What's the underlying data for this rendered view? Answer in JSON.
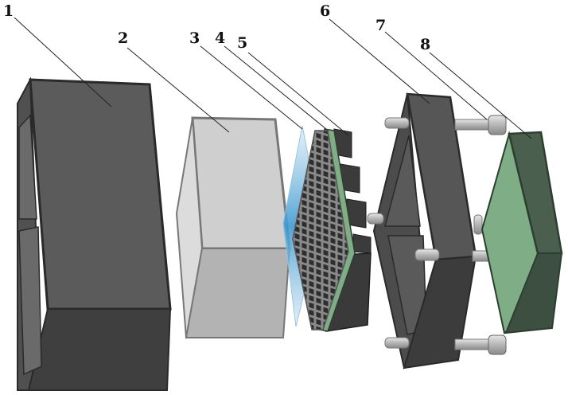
{
  "labels": [
    "1",
    "2",
    "3",
    "4",
    "5",
    "6",
    "7",
    "8"
  ],
  "colors": {
    "housing_dark": "#404040",
    "housing_mid": "#5a5a5a",
    "housing_front": "#3a3a3a",
    "block_light": "#d4d4d4",
    "block_face": "#c2c2c2",
    "membrane_blue": "#7fb8d8",
    "plate_green": "#7fae86",
    "plate_dark_green": "#4a5f4e",
    "bolt": "#b8b8b8"
  },
  "icons": [
    "lattice-grid",
    "bolt"
  ]
}
